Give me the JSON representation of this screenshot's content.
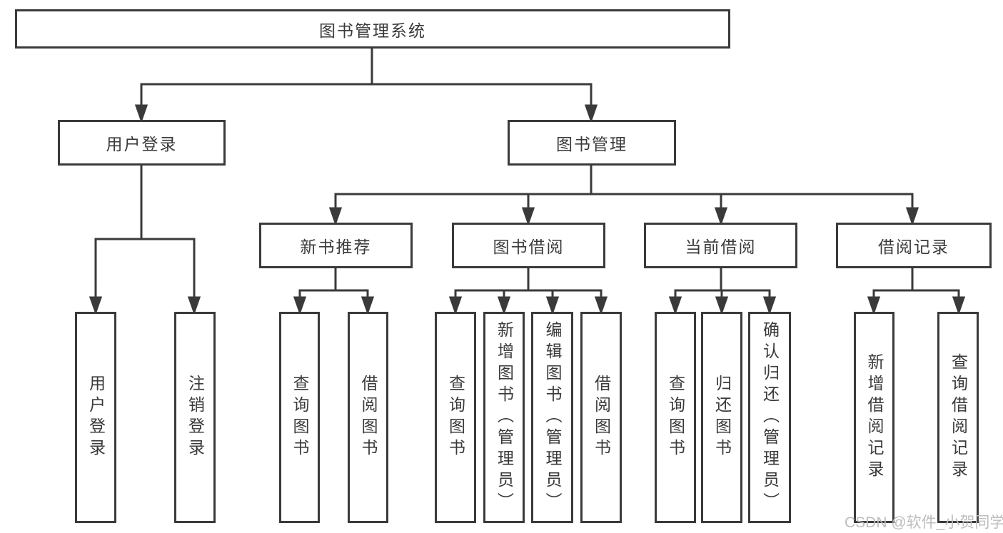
{
  "tree": {
    "root": "图书管理系统",
    "branches": [
      {
        "label": "用户登录",
        "children": [
          "用户登录",
          "注销登录"
        ]
      },
      {
        "label": "图书管理",
        "groups": [
          {
            "label": "新书推荐",
            "children": [
              "查询图书",
              "借阅图书"
            ]
          },
          {
            "label": "图书借阅",
            "children": [
              "查询图书",
              "新增图书（管理员）",
              "编辑图书（管理员）",
              "借阅图书"
            ]
          },
          {
            "label": "当前借阅",
            "children": [
              "查询图书",
              "归还图书",
              "确认归还（管理员）"
            ]
          },
          {
            "label": "借阅记录",
            "children": [
              "新增借阅记录",
              "查询借阅记录"
            ]
          }
        ]
      }
    ]
  },
  "watermark": {
    "text": "CSDN @软件_小贺同学"
  },
  "colors": {
    "line": "#3a3a3a",
    "text": "#3a3a3a",
    "watermark": "#bdbdbd",
    "background": "#ffffff"
  }
}
